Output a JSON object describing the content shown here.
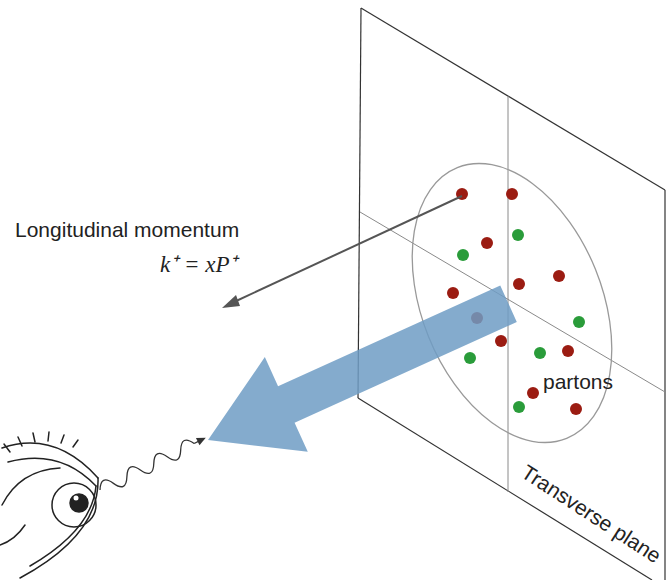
{
  "diagram": {
    "labels": [
      "Longitudinal momentum",
      "k⁺ = xP⁺",
      "partons",
      "Transverse plane"
    ]
  }
}
